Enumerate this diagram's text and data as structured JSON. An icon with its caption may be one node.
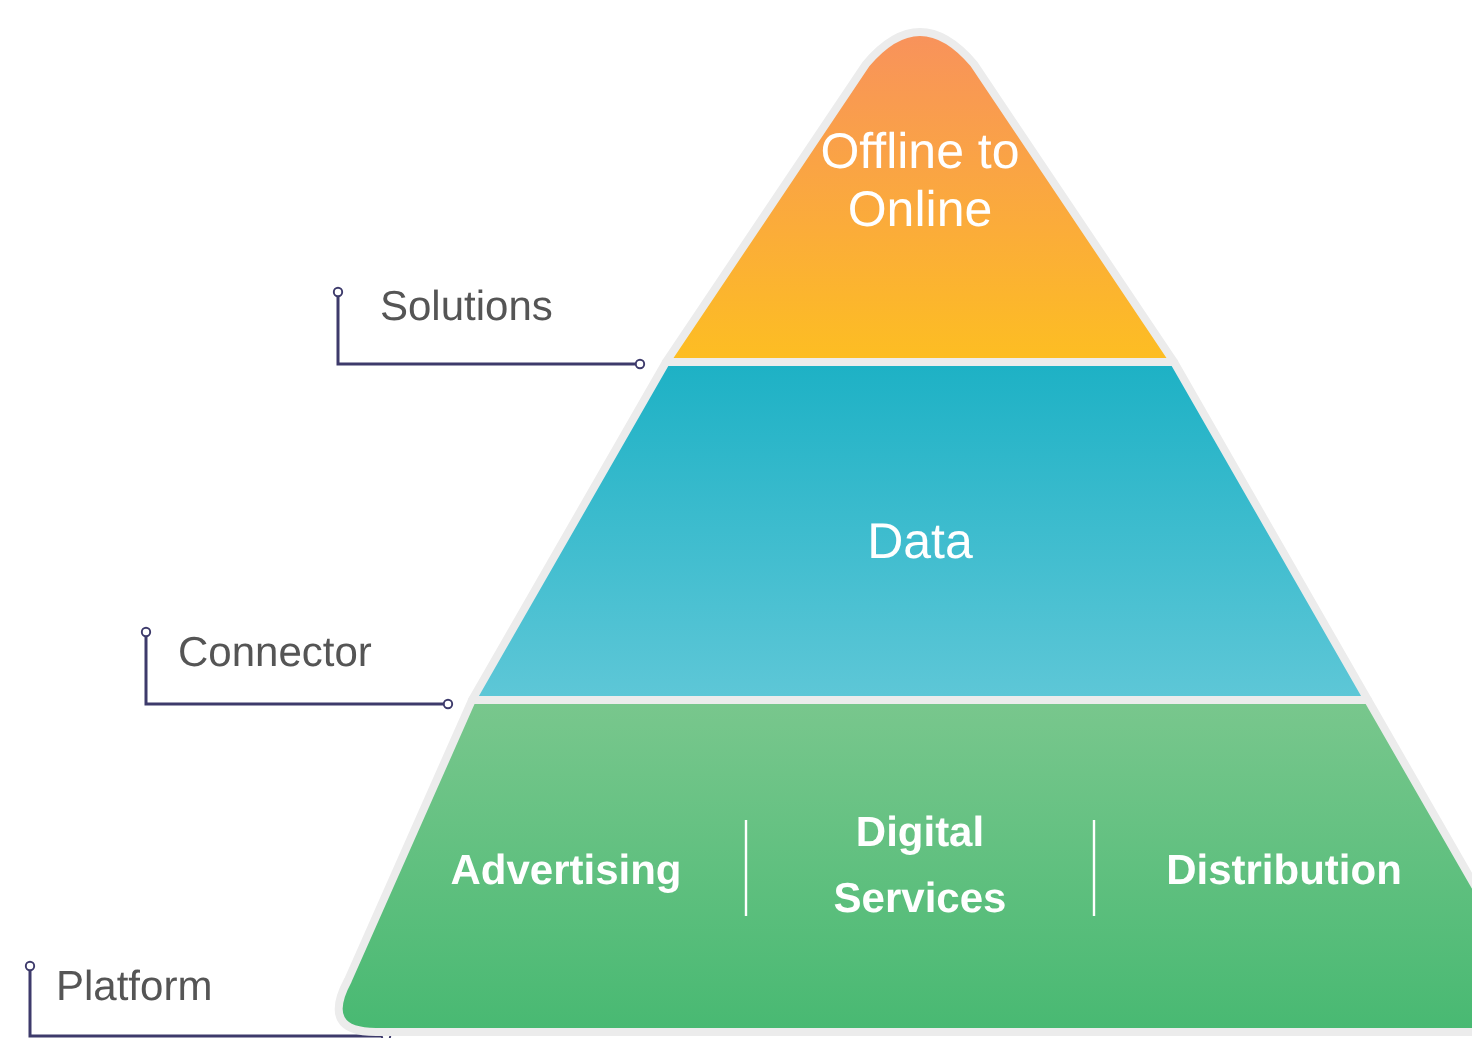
{
  "diagram": {
    "nodes": [
      {
        "text": [
          "Offline to Online"
        ]
      },
      {
        "text": [
          "Data"
        ]
      },
      {
        "text": [
          "Advertising",
          "Digital Services",
          "Distribution"
        ]
      },
      {
        "text": [
          "Solutions"
        ]
      },
      {
        "text": [
          "Connector"
        ]
      },
      {
        "text": [
          "Platform"
        ]
      }
    ],
    "edges": [
      {
        "from": 3,
        "to": 0,
        "arrow": "other"
      },
      {
        "from": 4,
        "to": 1,
        "arrow": "other"
      },
      {
        "from": 5,
        "to": 2,
        "arrow": "other"
      }
    ]
  }
}
